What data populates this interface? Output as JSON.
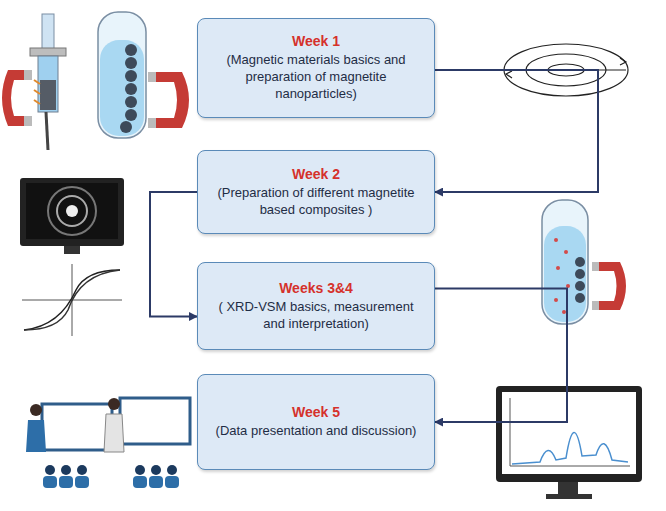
{
  "diagram": {
    "nodes": [
      {
        "text": [
          "Week 1",
          "(Magnetic materials basics and preparation of magnetite nanoparticles)"
        ]
      },
      {
        "text": [
          "Week 2",
          "(Preparation of different magnetite based composites )"
        ]
      },
      {
        "text": [
          "Weeks 3&4",
          "( XRD-VSM basics, measurement and interpretation)"
        ]
      },
      {
        "text": [
          "Week 5",
          "(Data presentation and discussion)"
        ]
      }
    ],
    "edges": [
      {
        "from": 0,
        "to": 1,
        "arrow": "to"
      },
      {
        "from": 1,
        "to": 2,
        "arrow": "to"
      },
      {
        "from": 2,
        "to": 3,
        "arrow": "to"
      }
    ]
  }
}
